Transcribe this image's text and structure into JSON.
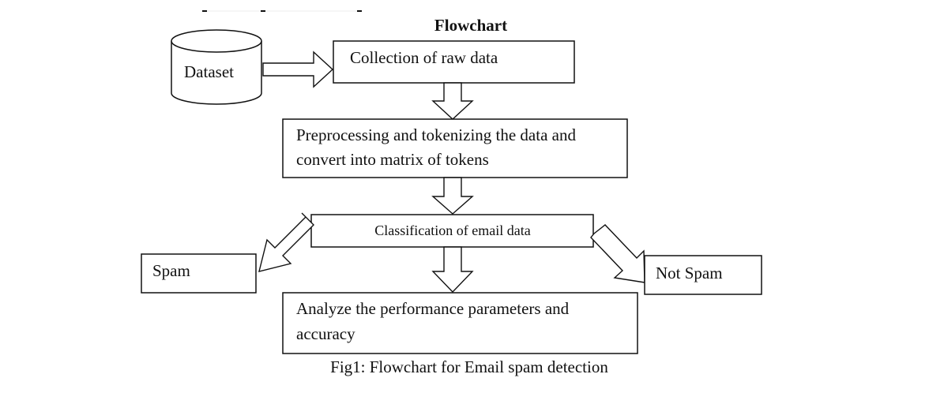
{
  "diagram": {
    "title": "Flowchart",
    "caption": "Fig1: Flowchart for Email spam detection",
    "nodes": {
      "dataset": "Dataset",
      "collection": "Collection of raw data",
      "preprocess_line1": "Preprocessing and tokenizing the data and",
      "preprocess_line2": "convert into matrix of tokens",
      "classification": "Classification of email data",
      "spam": "Spam",
      "not_spam": "Not Spam",
      "analyze_line1": "Analyze the performance parameters and",
      "analyze_line2": "accuracy"
    }
  }
}
